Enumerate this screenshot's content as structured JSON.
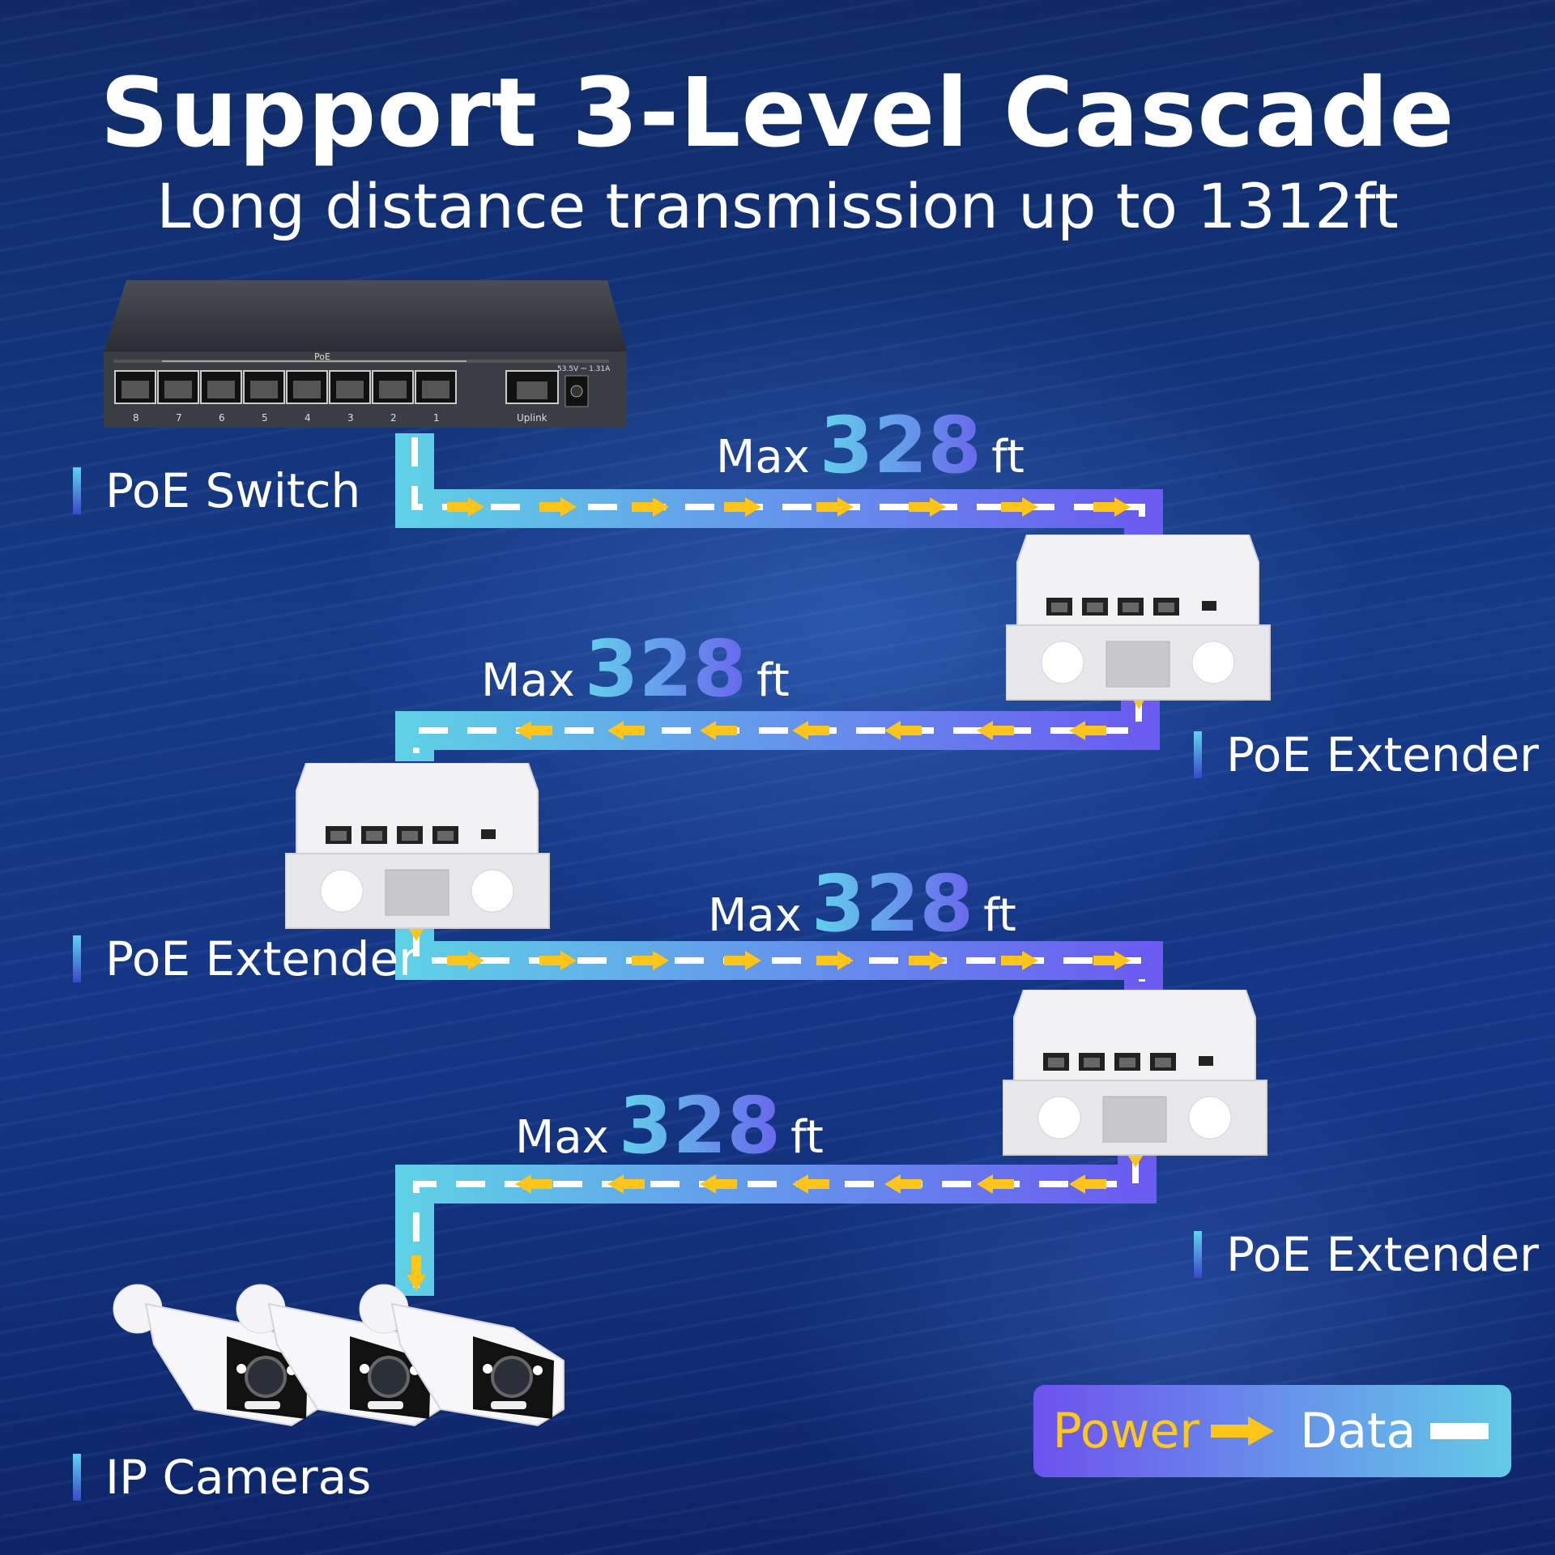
{
  "header": {
    "title": "Support 3-Level Cascade",
    "subtitle": "Long distance transmission up to 1312ft"
  },
  "labels": {
    "switch": "PoE Switch",
    "extender1": "PoE Extender",
    "extender2": "PoE Extender",
    "extender3": "PoE Extender",
    "cameras": "IP Cameras"
  },
  "switch": {
    "poe_label": "PoE",
    "port_numbers": [
      "8",
      "7",
      "6",
      "5",
      "4",
      "3",
      "2",
      "1"
    ],
    "uplink_label": "Uplink",
    "power_spec": "53.5V ⎓ 1.31A"
  },
  "links": [
    {
      "max": "Max",
      "value": "328",
      "unit": "ft"
    },
    {
      "max": "Max",
      "value": "328",
      "unit": "ft"
    },
    {
      "max": "Max",
      "value": "328",
      "unit": "ft"
    },
    {
      "max": "Max",
      "value": "328",
      "unit": "ft"
    }
  ],
  "legend": {
    "power": "Power",
    "data": "Data"
  },
  "colors": {
    "power_arrow": "#ffc418",
    "data_dash": "#ffffff",
    "cable_start": "#5fcfe6",
    "cable_end": "#6a5cf0"
  }
}
